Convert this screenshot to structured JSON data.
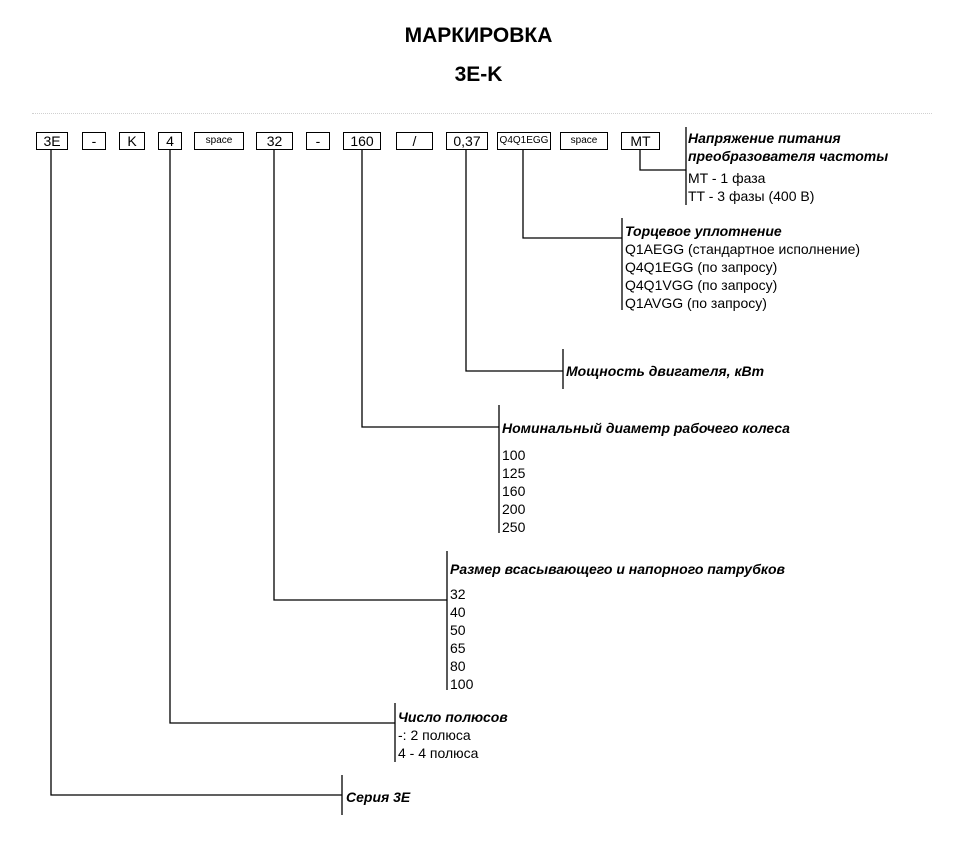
{
  "title": "МАРКИРОВКА",
  "subtitle": "3E-K",
  "codes": [
    "3E",
    "-",
    "K",
    "4",
    "space",
    "32",
    "-",
    "160",
    "/",
    "0,37",
    "Q4Q1EGG",
    "space",
    "MT"
  ],
  "legend": {
    "voltage": {
      "title_line1": "Напряжение питания",
      "title_line2": "преобразователя частоты",
      "options": [
        "MT - 1 фаза",
        "TT - 3 фазы (400 В)"
      ]
    },
    "seal": {
      "title": "Торцевое уплотнение",
      "options": [
        "Q1AEGG (стандартное исполнение)",
        "Q4Q1EGG (по запросу)",
        "Q4Q1VGG (по запросу)",
        "Q1AVGG (по запросу)"
      ]
    },
    "power": {
      "title": "Мощность двигателя, кВт"
    },
    "impeller": {
      "title": "Номинальный диаметр рабочего колеса",
      "options": [
        "100",
        "125",
        "160",
        "200",
        "250"
      ]
    },
    "nozzle": {
      "title": "Размер всасывающего и напорного патрубков",
      "options": [
        "32",
        "40",
        "50",
        "65",
        "80",
        "100"
      ]
    },
    "poles": {
      "title": "Число полюсов",
      "options": [
        "-: 2 полюса",
        "4 - 4 полюса"
      ]
    },
    "series": {
      "title": "Серия 3E"
    }
  }
}
